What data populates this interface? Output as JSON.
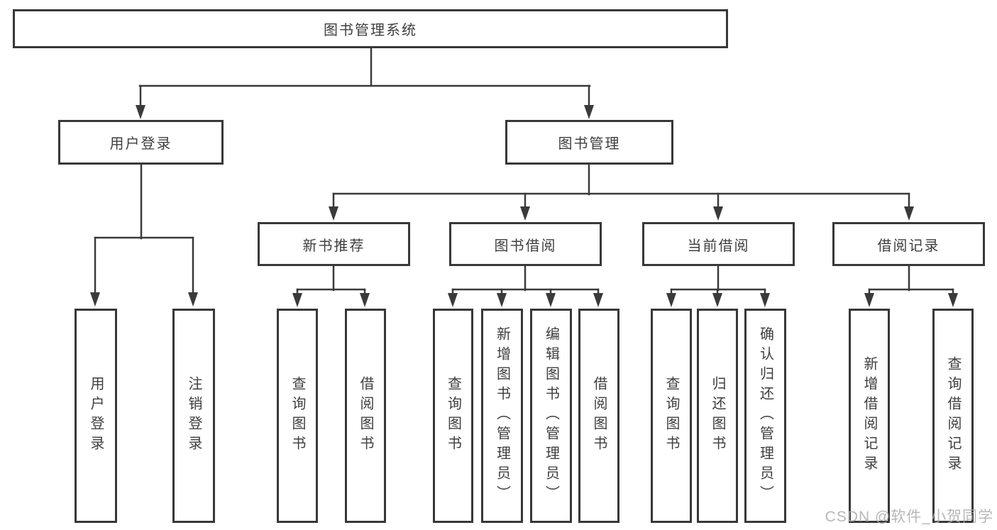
{
  "diagram": {
    "type": "hierarchy-tree",
    "title": "图书管理系统"
  },
  "nodes": {
    "root": {
      "label": "图书管理系统"
    },
    "user_login": {
      "label": "用户登录"
    },
    "book_management": {
      "label": "图书管理"
    },
    "login": {
      "label": "用户登录"
    },
    "logout": {
      "label": "注销登录"
    },
    "new_book_recommend": {
      "label": "新书推荐"
    },
    "book_borrow": {
      "label": "图书借阅"
    },
    "current_borrow": {
      "label": "当前借阅"
    },
    "borrow_records": {
      "label": "借阅记录"
    },
    "rec_query_books": {
      "label": "查询图书"
    },
    "rec_borrow_books": {
      "label": "借阅图书"
    },
    "bb_query_books": {
      "label": "查询图书"
    },
    "bb_add_books": {
      "label": "新增图书（管理员）"
    },
    "bb_edit_books": {
      "label": "编辑图书（管理员）"
    },
    "bb_borrow_books": {
      "label": "借阅图书"
    },
    "cb_query_books": {
      "label": "查询图书"
    },
    "cb_return_books": {
      "label": "归还图书"
    },
    "cb_confirm_return": {
      "label": "确认归还（管理员）"
    },
    "br_add_record": {
      "label": "新增借阅记录"
    },
    "br_query_record": {
      "label": "查询借阅记录"
    }
  },
  "edges": [
    [
      "root",
      "user_login"
    ],
    [
      "root",
      "book_management"
    ],
    [
      "user_login",
      "login"
    ],
    [
      "user_login",
      "logout"
    ],
    [
      "book_management",
      "new_book_recommend"
    ],
    [
      "book_management",
      "book_borrow"
    ],
    [
      "book_management",
      "current_borrow"
    ],
    [
      "book_management",
      "borrow_records"
    ],
    [
      "new_book_recommend",
      "rec_query_books"
    ],
    [
      "new_book_recommend",
      "rec_borrow_books"
    ],
    [
      "book_borrow",
      "bb_query_books"
    ],
    [
      "book_borrow",
      "bb_add_books"
    ],
    [
      "book_borrow",
      "bb_edit_books"
    ],
    [
      "book_borrow",
      "bb_borrow_books"
    ],
    [
      "current_borrow",
      "cb_query_books"
    ],
    [
      "current_borrow",
      "cb_return_books"
    ],
    [
      "current_borrow",
      "cb_confirm_return"
    ],
    [
      "borrow_records",
      "br_add_record"
    ],
    [
      "borrow_records",
      "br_query_record"
    ]
  ],
  "watermark": {
    "text": "CSDN @软件_小贺同学",
    "color": "#aaaaaa"
  },
  "colors": {
    "line": "#3a3a3a",
    "box_border": "#383838",
    "text": "#3e3e3e",
    "background": "#ffffff"
  }
}
